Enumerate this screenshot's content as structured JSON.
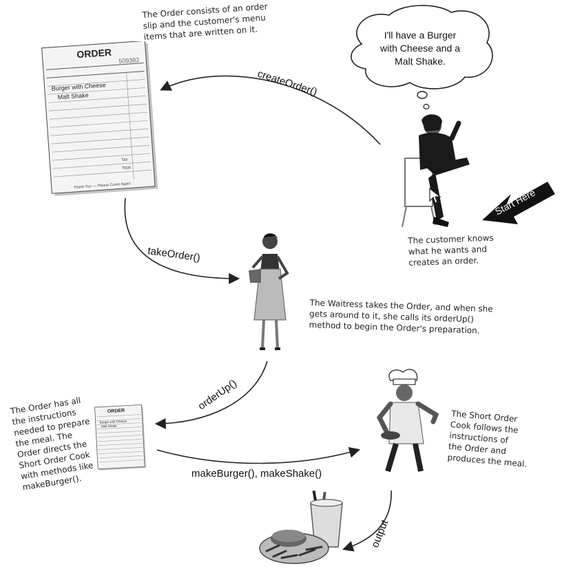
{
  "thought_bubble": "I'll have a Burger\nwith Cheese and a\nMalt Shake.",
  "notes": {
    "order": "The Order consists of an order\nslip and the customer's menu\nitems that are written on it.",
    "customer": "The customer knows\nwhat he wants and\ncreates an order.",
    "waitress": "The Waitress takes the Order, and when she\ngets around to it, she calls its orderUp()\nmethod to begin the Order's preparation.",
    "order_instructions": "The Order has all\nthe instructions\nneeded to prepare\nthe meal.  The\nOrder directs the\nShort Order Cook\nwith methods like\nmakeBurger().",
    "cook": "The Short Order\nCook follows the\ninstructions of\nthe Order and\nproduces the meal."
  },
  "arrows": {
    "create_order": "createOrder()",
    "take_order": "takeOrder()",
    "order_up": "orderUp()",
    "make": "makeBurger(), makeShake()",
    "output": "output"
  },
  "start_here": "Start Here",
  "order_slip": {
    "title": "ORDER",
    "number": "509382",
    "items": [
      "Burger with Cheese",
      "Malt Shake"
    ],
    "tax": "Tax",
    "total": "Total",
    "footer": "Thank You — Please Come Again"
  },
  "small_slip": {
    "title": "ORDER",
    "items": [
      "Burger with Cheese",
      "Malt Shake"
    ]
  }
}
